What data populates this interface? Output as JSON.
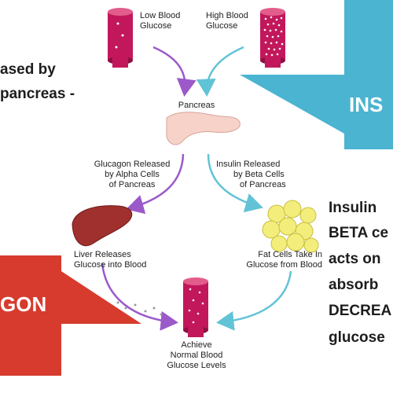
{
  "colors": {
    "insulin_banner": "#4bb4d1",
    "glucagon_banner": "#d63b2e",
    "insulin_arrow": "#62c3d6",
    "glucagon_arrow": "#9b59c9",
    "tube": "#c2185b",
    "pancreas": "#f6d2c8",
    "liver": "#a0302d",
    "fat_cells": "#f3ee7c"
  },
  "banners": {
    "insulin_label": "INS",
    "glucagon_label": "GON"
  },
  "left_text": {
    "line1": "ased by",
    "line2": "pancreas -"
  },
  "right_text": {
    "lines": [
      "Insulin",
      "BETA ce",
      "acts on",
      "absorb",
      "DECREA",
      "glucose"
    ]
  },
  "diagram": {
    "low_glucose": [
      "Low Blood",
      "Glucose"
    ],
    "high_glucose": [
      "High Blood",
      "Glucose"
    ],
    "pancreas": "Pancreas",
    "glucagon_release": [
      "Glucagon Released",
      "by Alpha Cells",
      "of Pancreas"
    ],
    "insulin_release": [
      "Insulin Released",
      "by Beta Cells",
      "of Pancreas"
    ],
    "liver_release": [
      "Liver Releases",
      "Glucose into Blood"
    ],
    "fat_cells": [
      "Fat Cells Take In",
      "Glucose from Blood"
    ],
    "normal": [
      "Achieve",
      "Normal Blood",
      "Glucose Levels"
    ]
  }
}
